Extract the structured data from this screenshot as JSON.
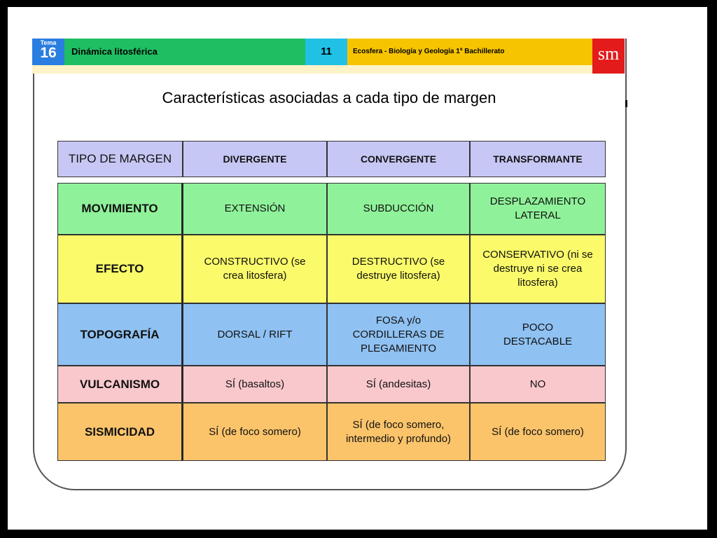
{
  "header": {
    "tema_label": "Tema",
    "tema_number": "16",
    "unit_title": "Dinámica litosférica",
    "page_number": "11",
    "course": "Ecosfera - Biología y Geología 1º Bachillerato",
    "logo": "sm"
  },
  "colors": {
    "tema": "#2a7de1",
    "unit": "#1fbe63",
    "page": "#21c1e6",
    "course": "#f6c400",
    "logo": "#e31b1b"
  },
  "title": "Características asociadas a cada tipo de margen",
  "table": {
    "header": [
      "TIPO DE MARGEN",
      "DIVERGENTE",
      "CONVERGENTE",
      "TRANSFORMANTE"
    ],
    "rows": [
      {
        "label": "MOVIMIENTO",
        "cells": [
          "EXTENSIÓN",
          "SUBDUCCIÓN",
          "DESPLAZAMIENTO LATERAL"
        ]
      },
      {
        "label": "EFECTO",
        "cells": [
          "CONSTRUCTIVO (se crea litosfera)",
          "DESTRUCTIVO (se destruye litosfera)",
          "CONSERVATIVO (ni se destruye ni se crea litosfera)"
        ]
      },
      {
        "label": "TOPOGRAFÍA",
        "cells": [
          "DORSAL / RIFT",
          "FOSA y/o CORDILLERAS DE PLEGAMIENTO",
          "POCO DESTACABLE"
        ]
      },
      {
        "label": "VULCANISMO",
        "cells": [
          "SÍ (basaltos)",
          "SÍ (andesitas)",
          "NO"
        ]
      },
      {
        "label": "SISMICIDAD",
        "cells": [
          "SÍ (de foco somero)",
          "SÍ (de foco somero, intermedio y profundo)",
          "SÍ (de foco somero)"
        ]
      }
    ]
  }
}
